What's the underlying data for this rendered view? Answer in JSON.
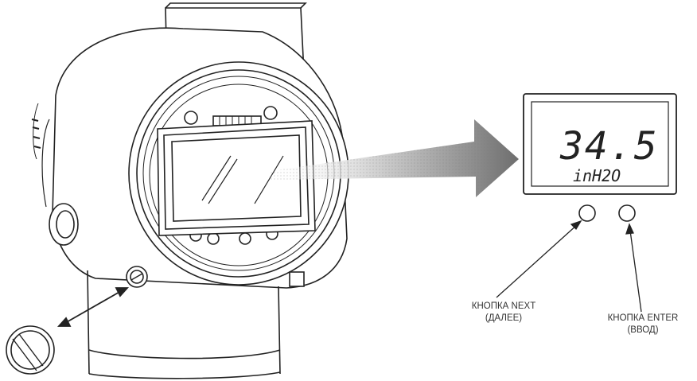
{
  "display": {
    "value": "34.5",
    "unit": "inH2O"
  },
  "buttons": {
    "next": {
      "line1": "КНОПКА NEXT",
      "line2": "(ДАЛЕЕ)"
    },
    "enter": {
      "line1": "КНОПКА ENTER",
      "line2": "(ВВОД)"
    }
  },
  "colors": {
    "ink": "#222222",
    "arrow_light": "#c8c8c8",
    "arrow_dark": "#7a7a7a"
  }
}
